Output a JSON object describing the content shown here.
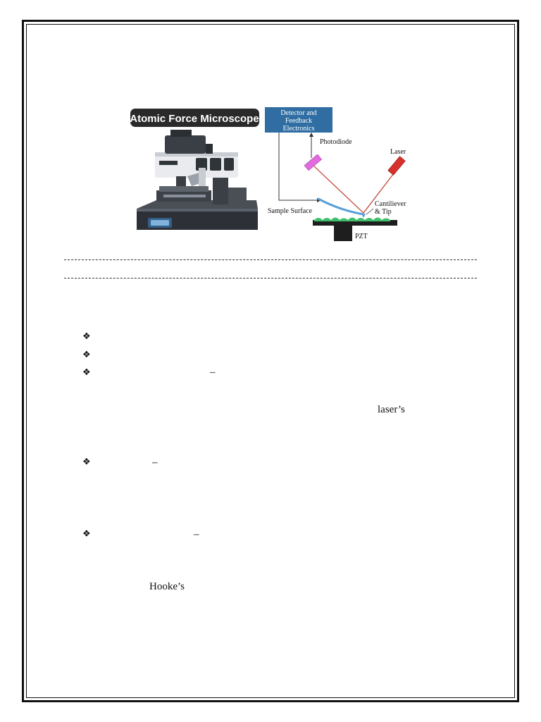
{
  "figure": {
    "title": "Atomic Force Microscope",
    "detector_box_lines": [
      "Detector and",
      "Feedback",
      "Electronics"
    ],
    "photodiode_label": "Photodiode",
    "laser_label": "Laser",
    "cantilever_label_lines": [
      "Cantiliever",
      "& Tip"
    ],
    "sample_surface_label": "Sample Surface",
    "pzt_label": "PZT",
    "colors": {
      "detector_box": "#2f6da3",
      "photodiode": "#e36be0",
      "laser": "#d8312d",
      "laser_beam": "#c0392b",
      "cantilever": "#5aa0d8",
      "sample": "#3fbf6a",
      "title_badge": "#2a2a2a"
    }
  },
  "bullets": [
    {
      "symbol": "❖",
      "text": ""
    },
    {
      "symbol": "❖",
      "text": ""
    },
    {
      "symbol": "❖",
      "text": "–"
    },
    {
      "symbol": "❖",
      "text": "–"
    },
    {
      "symbol": "❖",
      "text": "–"
    }
  ],
  "fragments": {
    "lasers": "laser’s",
    "hookes": "Hooke’s"
  }
}
